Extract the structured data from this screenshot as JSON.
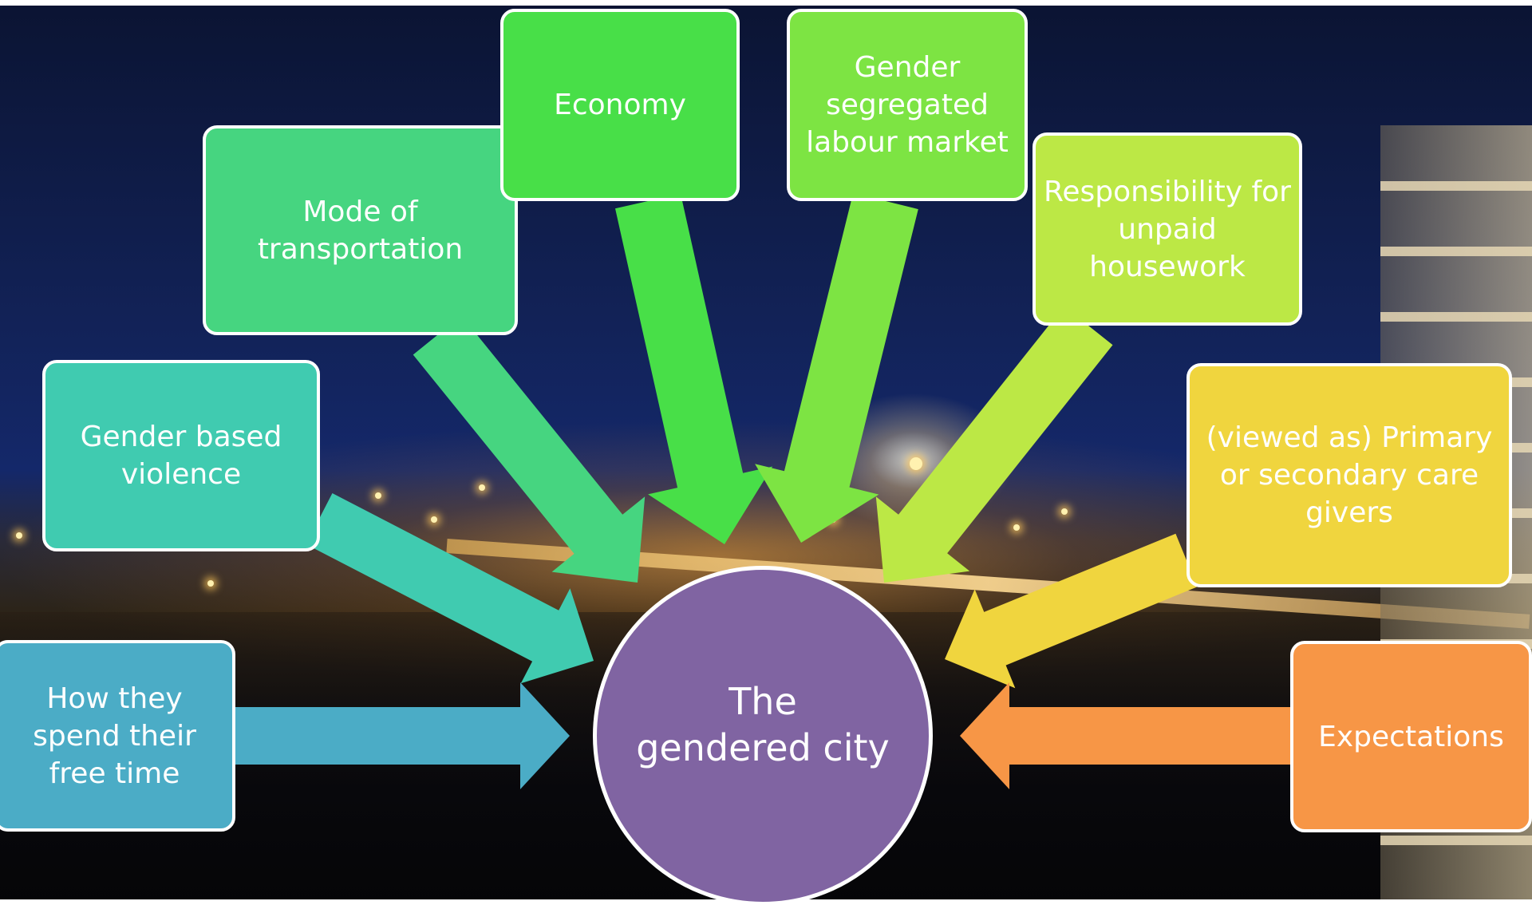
{
  "colors": {
    "free_time": "#4bacc6",
    "violence": "#40cbb0",
    "transport": "#46d580",
    "economy": "#48df48",
    "labour": "#7de443",
    "housework": "#bce845",
    "care": "#f0d53e",
    "expectations": "#f79646",
    "center": "#8064a2"
  },
  "center": {
    "label": "The\ngendered city"
  },
  "nodes": [
    {
      "id": "free_time",
      "label": "How they\nspend their\nfree time",
      "color": "#4bacc6"
    },
    {
      "id": "violence",
      "label": "Gender based\nviolence",
      "color": "#40cbb0"
    },
    {
      "id": "transport",
      "label": "Mode of\ntransportation",
      "color": "#46d580"
    },
    {
      "id": "economy",
      "label": "Economy",
      "color": "#48df48"
    },
    {
      "id": "labour",
      "label": "Gender\nsegregated\nlabour market",
      "color": "#7de443"
    },
    {
      "id": "housework",
      "label": "Responsibility for\nunpaid\nhousework",
      "color": "#bce845"
    },
    {
      "id": "care",
      "label": "(viewed as) Primary\nor secondary care\ngivers",
      "color": "#f0d53e"
    },
    {
      "id": "expectations",
      "label": "Expectations",
      "color": "#f79646"
    }
  ]
}
